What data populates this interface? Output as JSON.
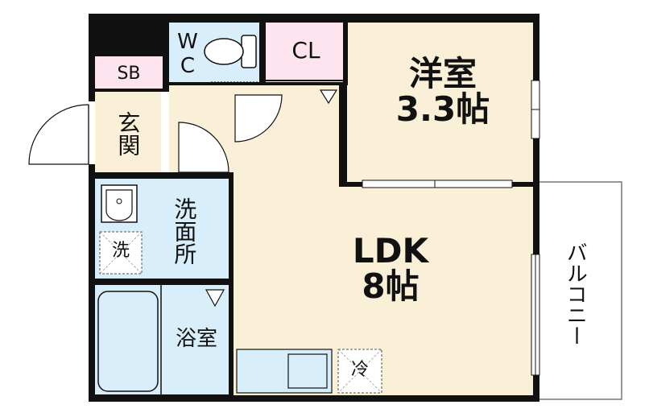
{
  "rooms": {
    "western_room": {
      "name": "洋室",
      "size": "3.3帖"
    },
    "ldk": {
      "name": "LDK",
      "size": "8帖"
    },
    "wc": "WC",
    "closet": "CL",
    "shoe_box": "SB",
    "entrance": "玄関",
    "washroom": "洗面所",
    "laundry": "洗",
    "bathroom": "浴室",
    "fridge": "冷",
    "balcony": "バルコニー"
  },
  "colors": {
    "wall": "#111111",
    "ldk_floor": "#faf0d7",
    "wet_area": "#d9eefb",
    "storage": "#fde4ee",
    "balcony_outline": "#777777"
  }
}
